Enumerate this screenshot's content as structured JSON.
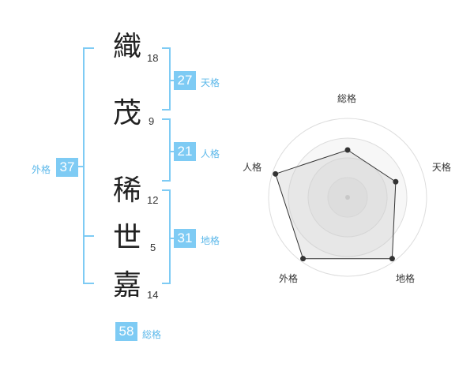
{
  "name": {
    "chars": [
      {
        "char": "織",
        "strokes": "18"
      },
      {
        "char": "茂",
        "strokes": "9"
      },
      {
        "char": "稀",
        "strokes": "12"
      },
      {
        "char": "世",
        "strokes": "5"
      },
      {
        "char": "嘉",
        "strokes": "14"
      }
    ]
  },
  "kakusu": {
    "tenkaku": {
      "value": "27",
      "label": "天格"
    },
    "jinkaku": {
      "value": "21",
      "label": "人格"
    },
    "chikaku": {
      "value": "31",
      "label": "地格"
    },
    "gaikaku": {
      "value": "37",
      "label": "外格"
    },
    "soukaku": {
      "value": "58",
      "label": "総格"
    }
  },
  "colors": {
    "accent": "#7ecbf4",
    "label": "#5cb8ea"
  },
  "chart_data": {
    "type": "radar",
    "axes": [
      "総格",
      "天格",
      "地格",
      "外格",
      "人格"
    ],
    "values": [
      0.6,
      0.64,
      0.96,
      0.96,
      0.96
    ],
    "max": 1.0,
    "rings": 4
  }
}
